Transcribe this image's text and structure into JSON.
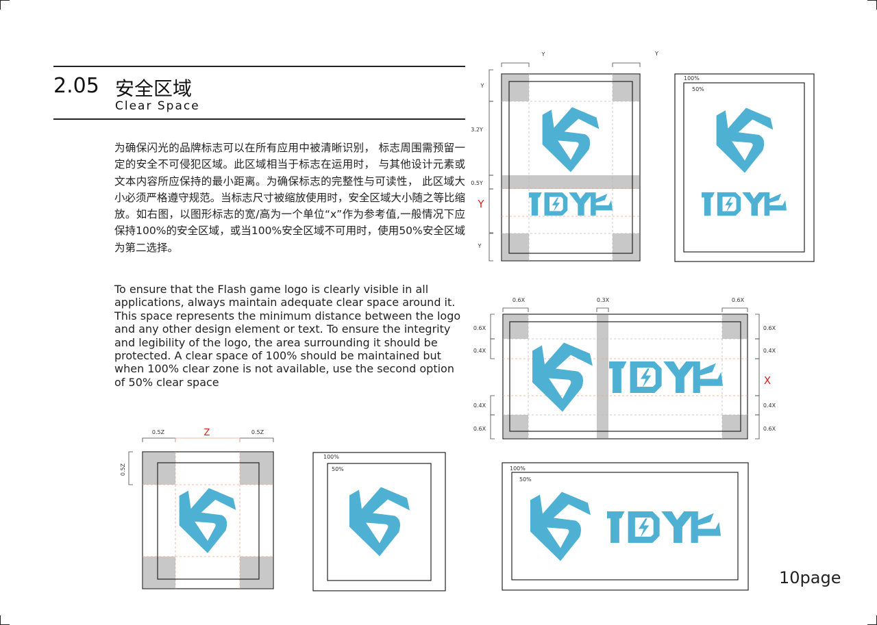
{
  "section": {
    "number": "2.05",
    "title": "安全区域",
    "subtitle": "Clear Space"
  },
  "body": {
    "chinese": "为确保闪光的品牌标志可以在所有应用中被清晰识别， 标志周围需预留一定的安全不可侵犯区域。此区域相当于标志在运用时， 与其他设计元素或文本内容所应保持的最小距离。为确保标志的完整性与可读性， 此区域大小必须严格遵守规范。当标志尺寸被缩放使用时，安全区域大小随之等比缩放。如右图，以图形标志的宽/高为一个单位“x”作为参考值,一般情况下应保持100%的安全区域，或当100%安全区域不可用时，使用50%安全区域为第二选择。",
    "english": "To ensure that the Flash game logo is clearly visible in all applications, always maintain adequate clear space around it. This space represents the minimum distance between the logo and any other design element or text. To ensure the integrity and legibility of the logo, the area surrounding it should be protected. A clear space of 100% should be maintained but when 100% clear zone is not available, use the second option of 50% clear space"
  },
  "vertical_diagram": {
    "top_labels": [
      "Y",
      "Y"
    ],
    "left_labels": [
      "Y",
      "3.2Y",
      "0.5Y",
      "Y",
      "Y"
    ]
  },
  "vertical_example": {
    "outer_label": "100%",
    "inner_label": "50%"
  },
  "horizontal_diagram": {
    "top_labels": [
      "0.6X",
      "0.3X",
      "0.6X"
    ],
    "left_labels": [
      "0.6X",
      "0.4X",
      "0.4X",
      "0.6X"
    ],
    "right_labels": [
      "0.6X",
      "0.4X",
      "X",
      "0.4X",
      "0.6X"
    ]
  },
  "horizontal_example": {
    "outer_label": "100%",
    "inner_label": "50%"
  },
  "icon_diagram": {
    "top_labels": [
      "0.5Z",
      "Z",
      "0.5Z"
    ],
    "left_label": "0.5Z"
  },
  "icon_example": {
    "outer_label": "100%",
    "inner_label": "50%"
  },
  "page": "10page",
  "colors": {
    "logo": "#4eb0d3",
    "accent_red": "#e02020",
    "grey_zone": "#c8c8c8",
    "guide": "#f2a48a",
    "rule": "#222222"
  }
}
